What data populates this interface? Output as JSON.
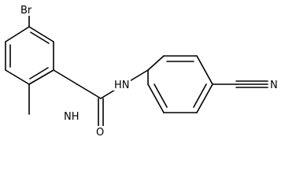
{
  "molecule": {
    "atom_labels": {
      "br": "Br",
      "nh_left": "NH",
      "nh_right": "HN",
      "o": "O",
      "n": "N"
    }
  }
}
